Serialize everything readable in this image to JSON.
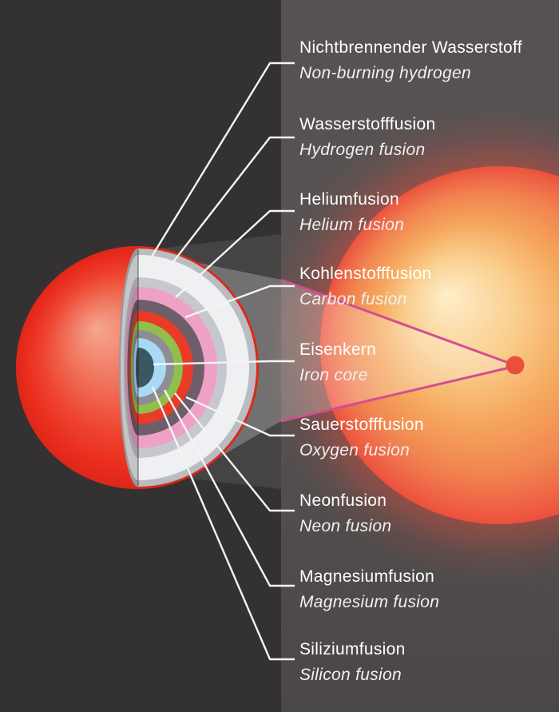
{
  "figure": {
    "description": "Cutaway diagram of the onion-like fusion shell structure of a massive supergiant star, with a zoom wedge showing the tiny core region inside the full star",
    "languages": "German / English"
  },
  "labels": [
    {
      "id": "nonburning-hydrogen",
      "de": "Nichtbrennender Wasserstoff",
      "en": "Non-burning hydrogen"
    },
    {
      "id": "hydrogen-fusion",
      "de": "Wasserstofffusion",
      "en": "Hydrogen fusion"
    },
    {
      "id": "helium-fusion",
      "de": "Heliumfusion",
      "en": "Helium fusion"
    },
    {
      "id": "carbon-fusion",
      "de": "Kohlenstofffusion",
      "en": "Carbon fusion"
    },
    {
      "id": "iron-core",
      "de": "Eisenkern",
      "en": "Iron core"
    },
    {
      "id": "oxygen-fusion",
      "de": "Sauerstofffusion",
      "en": "Oxygen fusion"
    },
    {
      "id": "neon-fusion",
      "de": "Neonfusion",
      "en": "Neon fusion"
    },
    {
      "id": "magnesium-fusion",
      "de": "Magnesiumfusion",
      "en": "Magnesium fusion"
    },
    {
      "id": "silicon-fusion",
      "de": "Siliziumfusion",
      "en": "Silicon fusion"
    }
  ],
  "colors": {
    "bg_left": "#343132",
    "bg_right_top": "#565152",
    "bg_right_bottom": "#4b4747",
    "star_surface_red": "#ee3524",
    "rim_gray": "#b9bcc1",
    "ring_nonburning_hydrogen": "#eef0f2",
    "ring_hydrogen_fusion": "#c6c8cd",
    "ring_helium_fusion": "#efa0c5",
    "ring_carbon_fusion": "#6d5f69",
    "ring_oxygen_fusion": "#e93b28",
    "ring_neon_fusion": "#90bf4b",
    "ring_magnesium_fusion": "#8d8d95",
    "ring_silicon_fusion": "#a9d9f4",
    "iron_core": "#3a5862",
    "wedge_line_magenta": "#d04f90",
    "core_dot_red": "#e8503c",
    "leader_line": "#f4f4f4",
    "label_text": "#ffffff"
  }
}
